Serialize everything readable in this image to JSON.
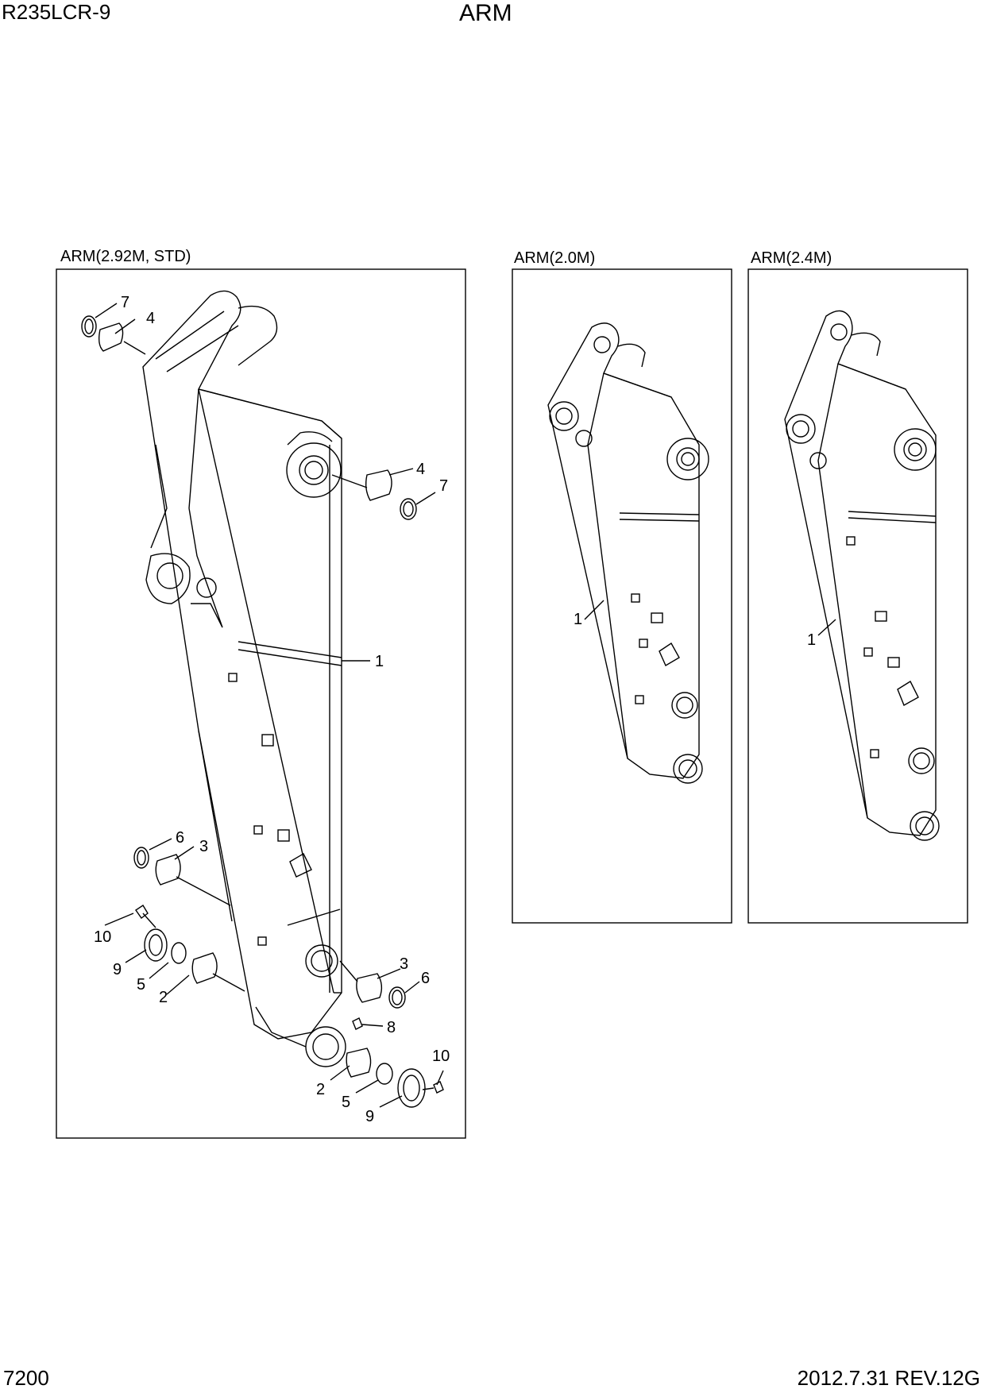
{
  "header": {
    "model": "R235LCR-9",
    "title": "ARM"
  },
  "footer": {
    "page_number": "7200",
    "revision": "2012.7.31  REV.12G"
  },
  "panels": {
    "std": {
      "label": "ARM(2.92M, STD)",
      "callouts": [
        "7",
        "4",
        "4",
        "7",
        "1",
        "6",
        "3",
        "10",
        "9",
        "5",
        "2",
        "3",
        "6",
        "8",
        "10",
        "2",
        "5",
        "9"
      ]
    },
    "arm20": {
      "label": "ARM(2.0M)",
      "callouts": [
        "1"
      ]
    },
    "arm24": {
      "label": "ARM(2.4M)",
      "callouts": [
        "1"
      ]
    }
  }
}
